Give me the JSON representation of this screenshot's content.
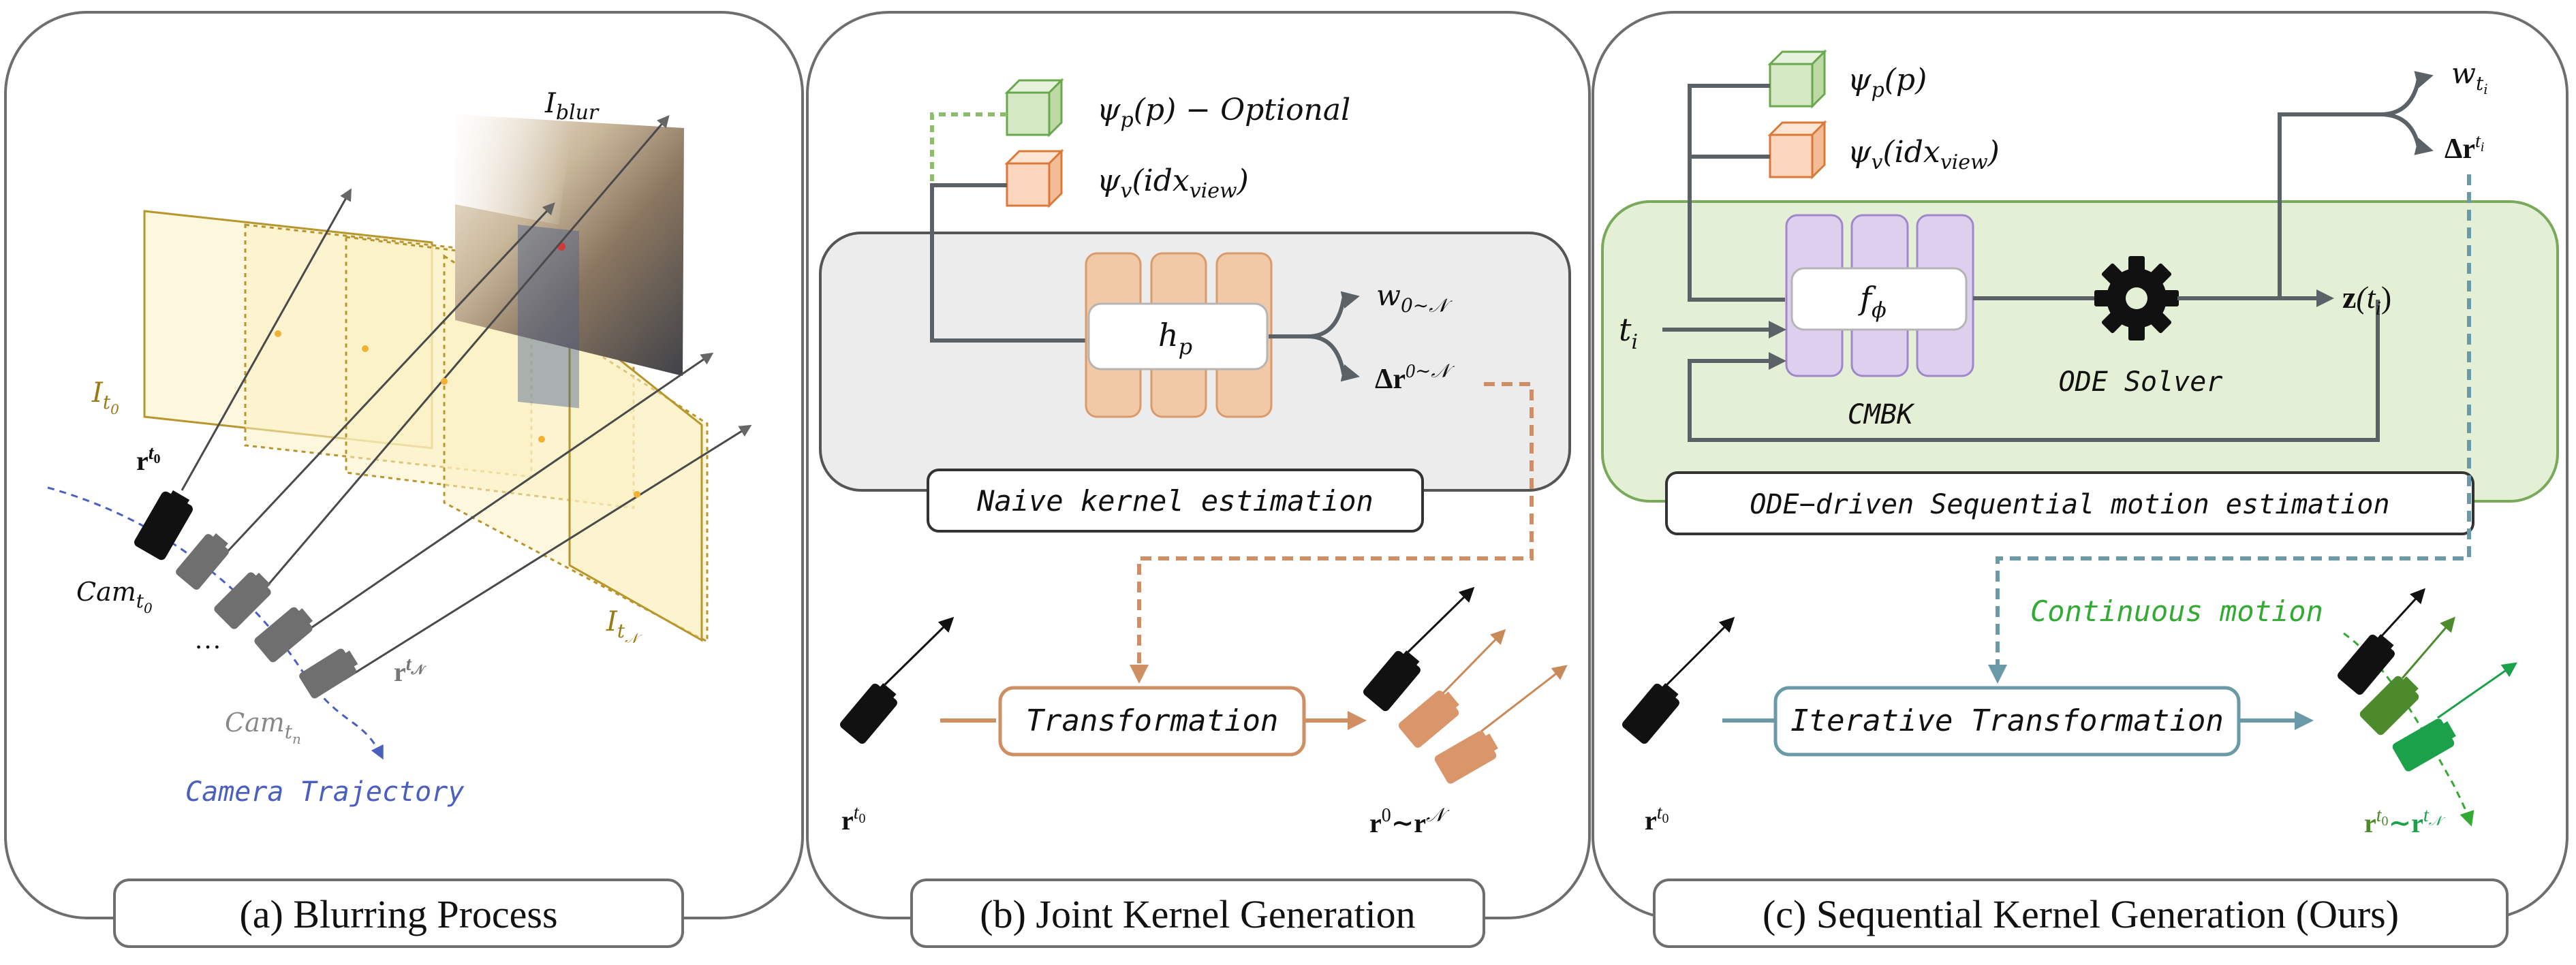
{
  "panel_a": {
    "caption": "(a) Blurring Process",
    "blur_label": "I",
    "blur_sub": "blur",
    "frame_first_label": "I",
    "frame_first_sub": "t",
    "frame_first_subsub": "0",
    "frame_last_label": "I",
    "frame_last_sub": "t",
    "frame_last_subsub": "𝒩",
    "ray_first_label": "r",
    "ray_first_sup": "t",
    "ray_first_supsub": "0",
    "ray_last_label": "r",
    "ray_last_sup": "t",
    "ray_last_supsub": "𝒩",
    "cam_first_label": "Cam",
    "cam_first_sub": "t",
    "cam_first_subsub": "0",
    "cam_last_label": "Cam",
    "cam_last_sub": "t",
    "cam_last_subsub": "n",
    "ellipsis": "…",
    "trajectory_label": "Camera Trajectory"
  },
  "panel_b": {
    "caption": "(b) Joint Kernel Generation",
    "psi_p_label": "ψ",
    "psi_p_sub": "p",
    "psi_p_arg": "(p) − Optional",
    "psi_v_label": "ψ",
    "psi_v_sub": "v",
    "psi_v_arg_open": "(idx",
    "psi_v_arg_sub": "view",
    "psi_v_arg_close": ")",
    "network_label": "h",
    "network_sub": "p",
    "out_w_label": "w",
    "out_w_sub": "0∼𝒩",
    "out_r_label": "Δr",
    "out_r_sup": "0∼𝒩",
    "module_label": "Naive kernel estimation",
    "transform_label": "Transformation",
    "input_label": "r",
    "input_sup": "t",
    "input_supsub": "0",
    "output_label_a": "r",
    "output_sup_a": "0",
    "output_tilde": "∼r",
    "output_sup_b": "𝒩"
  },
  "panel_c": {
    "caption": "(c) Sequential Kernel Generation (Ours)",
    "psi_p_label": "ψ",
    "psi_p_sub": "p",
    "psi_p_arg": "(p)",
    "psi_v_label": "ψ",
    "psi_v_sub": "v",
    "psi_v_arg_open": "(idx",
    "psi_v_arg_sub": "view",
    "psi_v_arg_close": ")",
    "time_label": "t",
    "time_sub": "i",
    "network_label": "f",
    "network_sub": "ϕ",
    "cmbk_label": "CMBK",
    "solver_label": "ODE Solver",
    "state_label": "z",
    "state_arg_open": "(t",
    "state_arg_sub": "i",
    "state_arg_close": ")",
    "out_w_label": "w",
    "out_w_sub": "t",
    "out_w_subsub": "i",
    "out_r_label": "Δr",
    "out_r_sup": "t",
    "out_r_supsub": "i",
    "module_label": "ODE−driven Sequential motion estimation",
    "continuous_label": "Continuous motion",
    "transform_label": "Iterative Transformation",
    "input_label": "r",
    "input_sup": "t",
    "input_supsub": "0",
    "output_label_a": "r",
    "output_sup_a": "t",
    "output_supsub_a": "0",
    "output_tilde": "∼r",
    "output_sup_b": "t",
    "output_supsub_b": "𝒩"
  },
  "colors": {
    "frame_fill": "#fbf0c2",
    "frame_stroke": "#b8962e",
    "network_fill": "#f2c9a6",
    "network_stroke": "#d99b6c",
    "cmbk_fill": "#ddd0ee",
    "cmbk_stroke": "#9f87c9",
    "ode_module_fill": "#e4f0d6",
    "ode_module_stroke": "#7aa95a",
    "naive_module_fill": "#ececec",
    "orange_arrow": "#cf8f63",
    "teal_arrow": "#6a9aa8",
    "continuous_green": "#33aa33",
    "trajectory_blue": "#4b5fbf",
    "gray_cam": "#6f6f6f"
  }
}
